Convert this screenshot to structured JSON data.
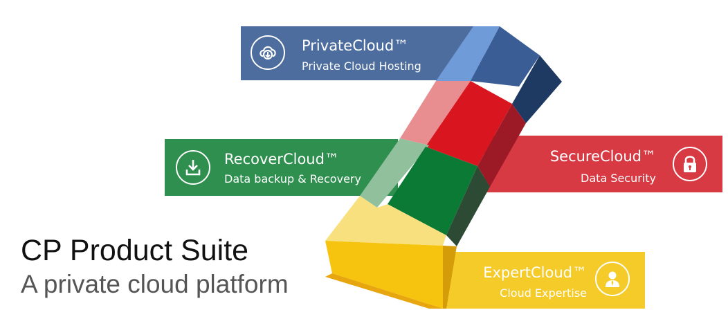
{
  "products": [
    {
      "key": "private",
      "title": "PrivateCloud™",
      "subtitle": "Private Cloud Hosting",
      "icon": "cloud-download-icon",
      "color": "#4d6d9e"
    },
    {
      "key": "recover",
      "title": "RecoverCloud™",
      "subtitle": "Data backup & Recovery",
      "icon": "download-tray-icon",
      "color": "#2e8f4f"
    },
    {
      "key": "secure",
      "title": "SecureCloud™",
      "subtitle": "Data Security",
      "icon": "padlock-icon",
      "color": "#d83a44"
    },
    {
      "key": "expert",
      "title": "ExpertCloud™",
      "subtitle": "Cloud Expertise",
      "icon": "person-icon",
      "color": "#f5cb2a"
    }
  ],
  "suite": {
    "title": "CP Product Suite",
    "subtitle": "A private cloud platform"
  }
}
